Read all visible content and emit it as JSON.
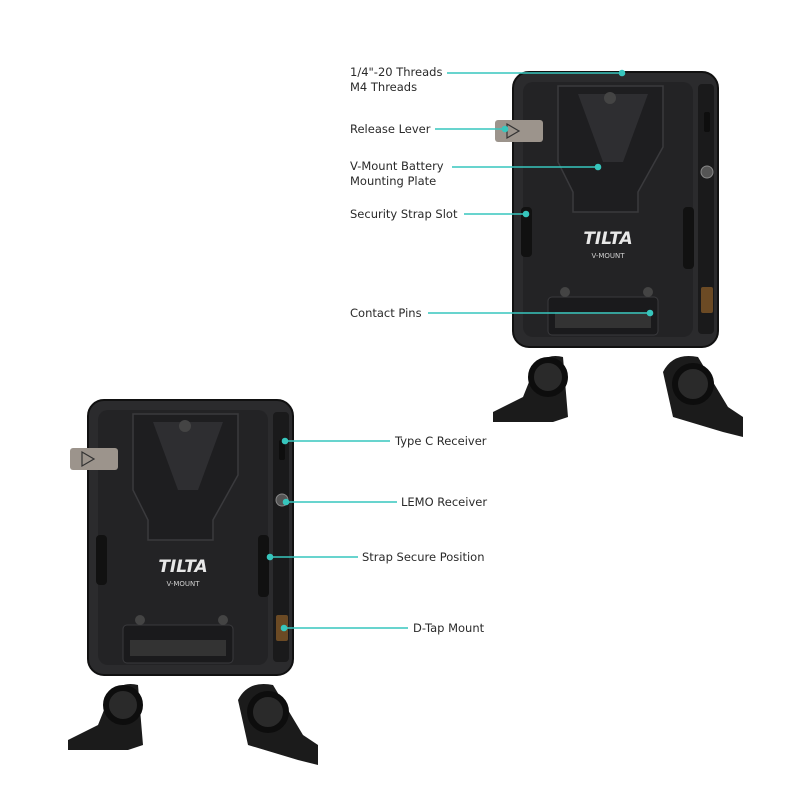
{
  "accent_color": "#37c6bd",
  "product": {
    "logo_text": "TILTA",
    "logo_subtext": "V-MOUNT"
  },
  "callouts": {
    "threads_line1": "1/4\"-20 Threads",
    "threads_line2": "M4 Threads",
    "release_lever": "Release Lever",
    "vmount_line1": "V-Mount Battery",
    "vmount_line2": "Mounting Plate",
    "security_strap_slot": "Security Strap Slot",
    "contact_pins": "Contact Pins",
    "type_c_receiver": "Type C Receiver",
    "lemo_receiver": "LEMO Receiver",
    "strap_secure_position": "Strap Secure Position",
    "d_tap_mount": "D-Tap Mount"
  }
}
